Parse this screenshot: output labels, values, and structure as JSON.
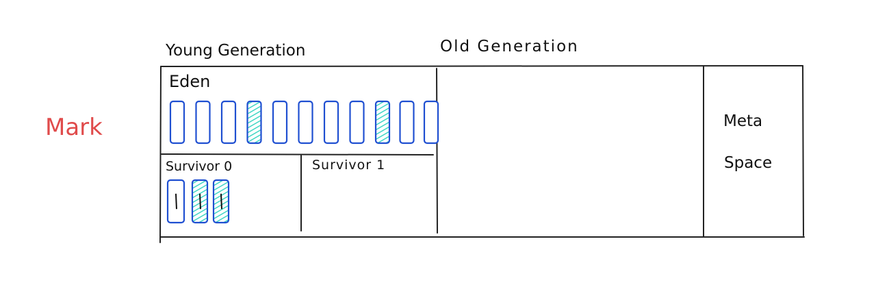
{
  "labels": {
    "young_generation": "Young Generation",
    "old_generation": "Old Generation",
    "eden": "Eden",
    "survivor_0": "Survivor 0",
    "survivor_1": "Survivor 1",
    "meta_line1": "Meta",
    "meta_line2": "Space",
    "mark": "Mark"
  },
  "eden": {
    "objects": [
      {
        "marked": false
      },
      {
        "marked": false
      },
      {
        "marked": false
      },
      {
        "marked": true
      },
      {
        "marked": false
      },
      {
        "marked": false
      },
      {
        "marked": false
      },
      {
        "marked": false
      },
      {
        "marked": true
      },
      {
        "marked": false
      },
      {
        "marked": false
      }
    ]
  },
  "survivor_0": {
    "objects": [
      {
        "marked": false,
        "age": "1"
      },
      {
        "marked": true,
        "age": "1"
      },
      {
        "marked": true,
        "age": "1"
      }
    ]
  },
  "colors": {
    "object_stroke": "#1f4fd1",
    "mark_fill": "#3fd6c4",
    "mark_label": "#e04b4b",
    "frame": "#222222"
  }
}
